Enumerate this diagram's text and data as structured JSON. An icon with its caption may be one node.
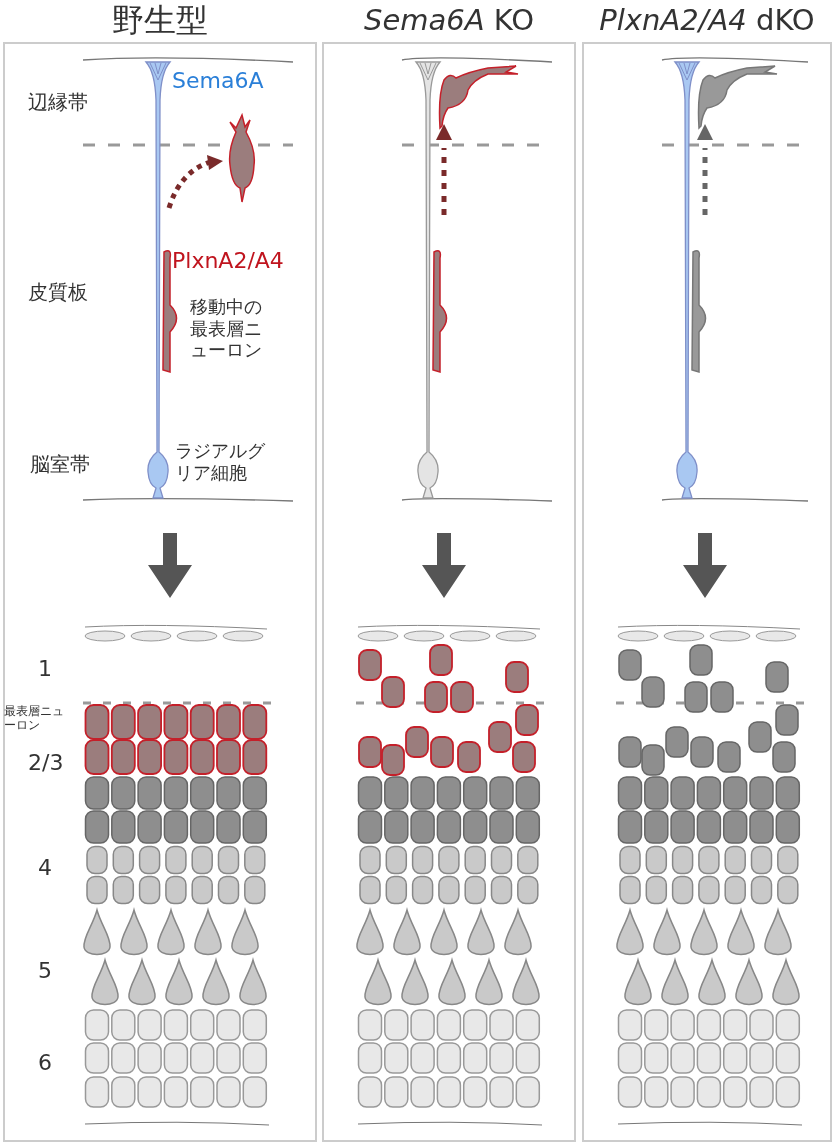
{
  "diagram": {
    "nodes": [
      {
        "text": [
          "野生型"
        ]
      },
      {
        "text": [
          "*Sema6A* KO"
        ]
      },
      {
        "text": [
          "*PlxnA2/A4* dKO"
        ]
      }
    ],
    "labels": [
      "辺縁帯",
      "Sema6A",
      "皮質板",
      "PlxnA2/A4",
      "移動中の最表層ニューロン",
      "脳室帯",
      "ラジアルグリア細胞",
      "1",
      "最表層ニューロン",
      "2/3",
      "4",
      "5",
      "6"
    ]
  }
}
